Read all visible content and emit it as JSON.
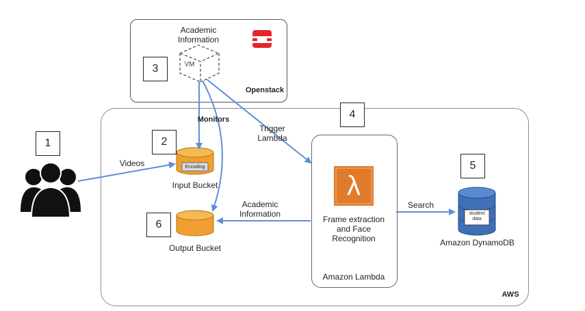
{
  "diagram": {
    "numbers": [
      "1",
      "2",
      "3",
      "4",
      "5",
      "6"
    ],
    "openstack": {
      "label": "Openstack",
      "vm_caption": "Academic\nInformation",
      "vm_text": "VM"
    },
    "aws": {
      "label": "AWS",
      "monitors_label": "Monitors",
      "trigger_label": "Trigger\nLambda",
      "videos_label": "Videos",
      "input_bucket": {
        "label": "Input Bucket",
        "tag": "Encoding"
      },
      "output_bucket": {
        "label": "Output Bucket"
      },
      "academic_info_label": "Academic\nInformation",
      "lambda": {
        "label": "Amazon Lambda",
        "description": "Frame extraction\nand Face\nRecognition",
        "symbol": "λ"
      },
      "search_label": "Search",
      "dynamodb": {
        "label": "Amazon DynamoDB",
        "tag": "student\ndata"
      }
    },
    "colors": {
      "arrow": "#5b8fd6",
      "lambda_orange": "#e07b2c",
      "bucket_orange": "#f0a030",
      "dynamo_blue": "#3e6fb7",
      "openstack_red": "#e4262b"
    },
    "icons": [
      "users-icon",
      "vm-cube-icon",
      "openstack-logo-icon",
      "bucket-icon",
      "lambda-icon",
      "dynamodb-icon"
    ]
  }
}
